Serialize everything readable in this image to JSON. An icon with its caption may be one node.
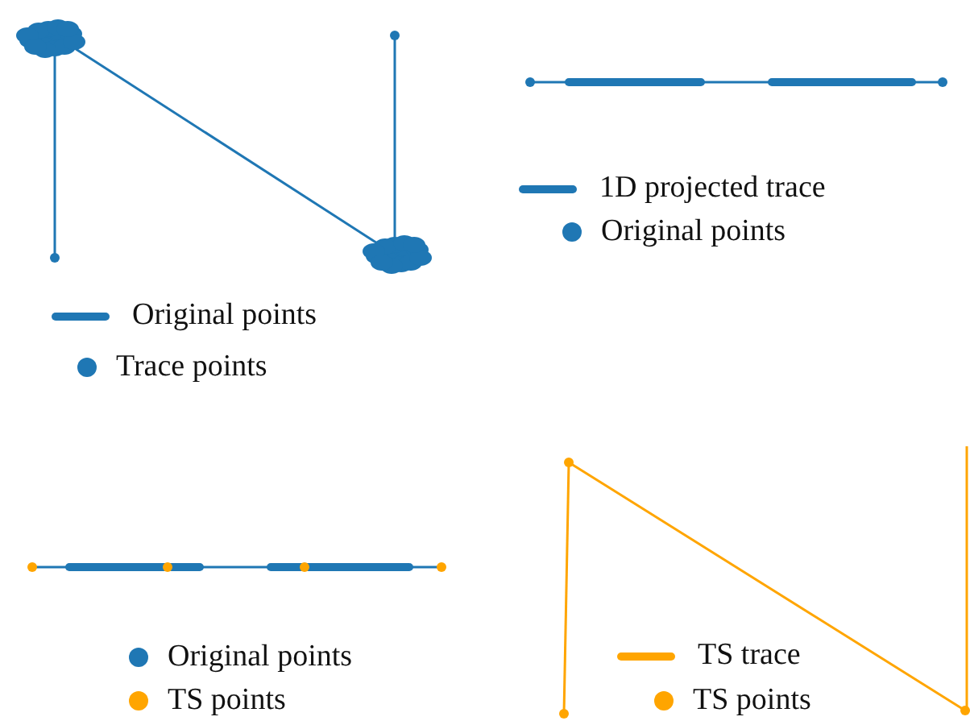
{
  "diagram": {
    "legend": [
      {
        "text": "Original points",
        "color": "#1f77b4"
      },
      {
        "text": "Trace points",
        "color": "#1f77b4"
      },
      {
        "text": "1D projected trace",
        "color": "#1f77b4"
      },
      {
        "text": "Original points",
        "color": "#1f77b4"
      },
      {
        "text": "Original points",
        "color": "#1f77b4"
      },
      {
        "text": "TS points",
        "color": "#ffa500"
      },
      {
        "text": "TS trace",
        "color": "#ffa500"
      },
      {
        "text": "TS points",
        "color": "#ffa500"
      }
    ]
  }
}
